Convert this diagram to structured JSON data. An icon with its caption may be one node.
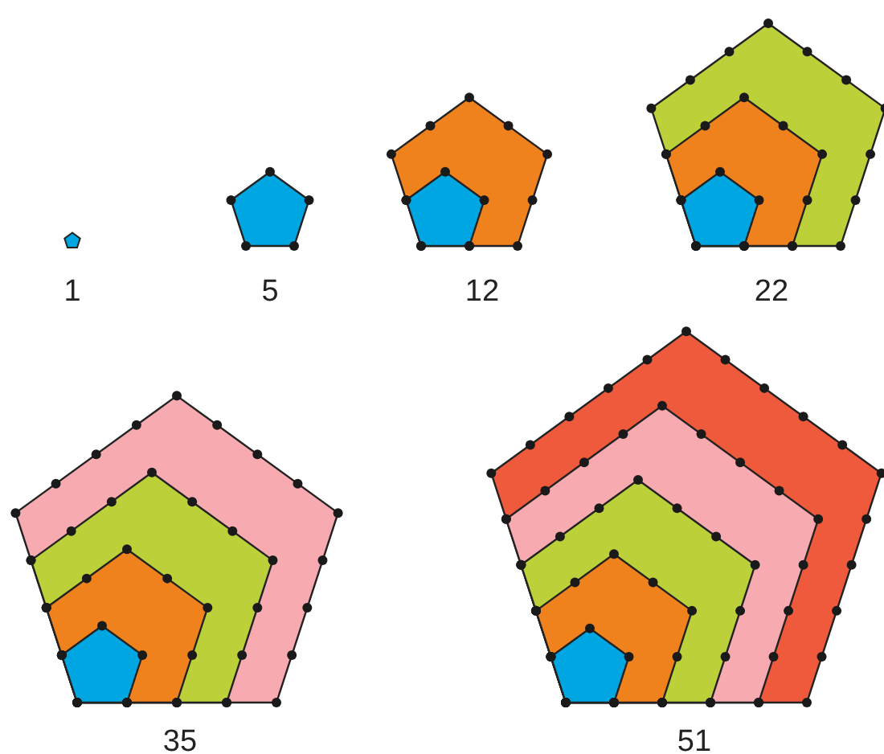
{
  "diagram": {
    "labels": [
      "1",
      "5",
      "12",
      "22",
      "35",
      "51"
    ]
  }
}
